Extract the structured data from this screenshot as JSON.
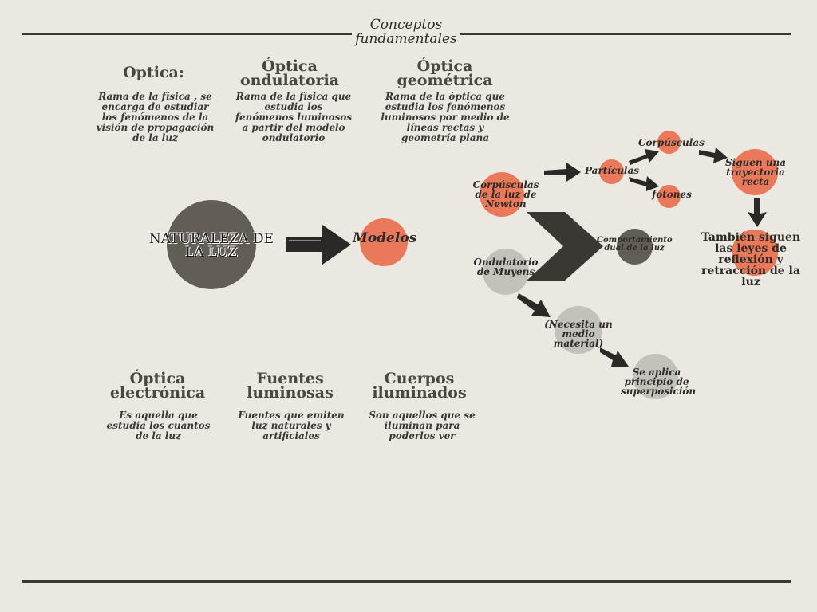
{
  "header": {
    "title_line1": "Conceptos",
    "title_line2": "fundamentales"
  },
  "top_concepts": [
    {
      "title": "Optica:",
      "description": "Rama de la física  , se encarga de estudiar los fenómenos de la visión de propagación de la luz"
    },
    {
      "title": "Óptica ondulatoria",
      "description": "Rama de la física que estudia los fenómenos luminosos  a partir del modelo ondulatorio"
    },
    {
      "title": "Óptica geométrica",
      "description": "Rama de la óptica que estudia los fenómenos luminosos por medio de líneas rectas y geometría plana"
    }
  ],
  "bottom_concepts": [
    {
      "title": "Óptica electrónica",
      "description": "Es aquella que estudia los cuantos de la luz"
    },
    {
      "title": "Fuentes luminosas",
      "description": "Fuentes que emiten luz naturales y artificiales"
    },
    {
      "title": "Cuerpos iluminados",
      "description": "Son aquellos que se iluminan para poderlos ver"
    }
  ],
  "diagram": {
    "central": "NATURALEZA DE LA LUZ",
    "modelos": "Modelos",
    "newton": "Corpúsculas de la luz de Newton",
    "particulas": "Partículas",
    "corpusculas": "Corpúsculas",
    "fotones": "fotones",
    "trayectoria": "Siguen una trayectoria recta",
    "leyes": "También siguen las leyes de reflexión y retracción de la luz",
    "dual": "Comportamiento dual de la luz",
    "huyens": "Ondulatorio de Muyens",
    "medio": "(Necesita un medio material)",
    "superposicion": "Se aplica principio de superposición"
  },
  "colors": {
    "orange": "#e9795a",
    "gray": "#c2c1ba",
    "dark": "#625d55",
    "background": "#eae8e1"
  }
}
